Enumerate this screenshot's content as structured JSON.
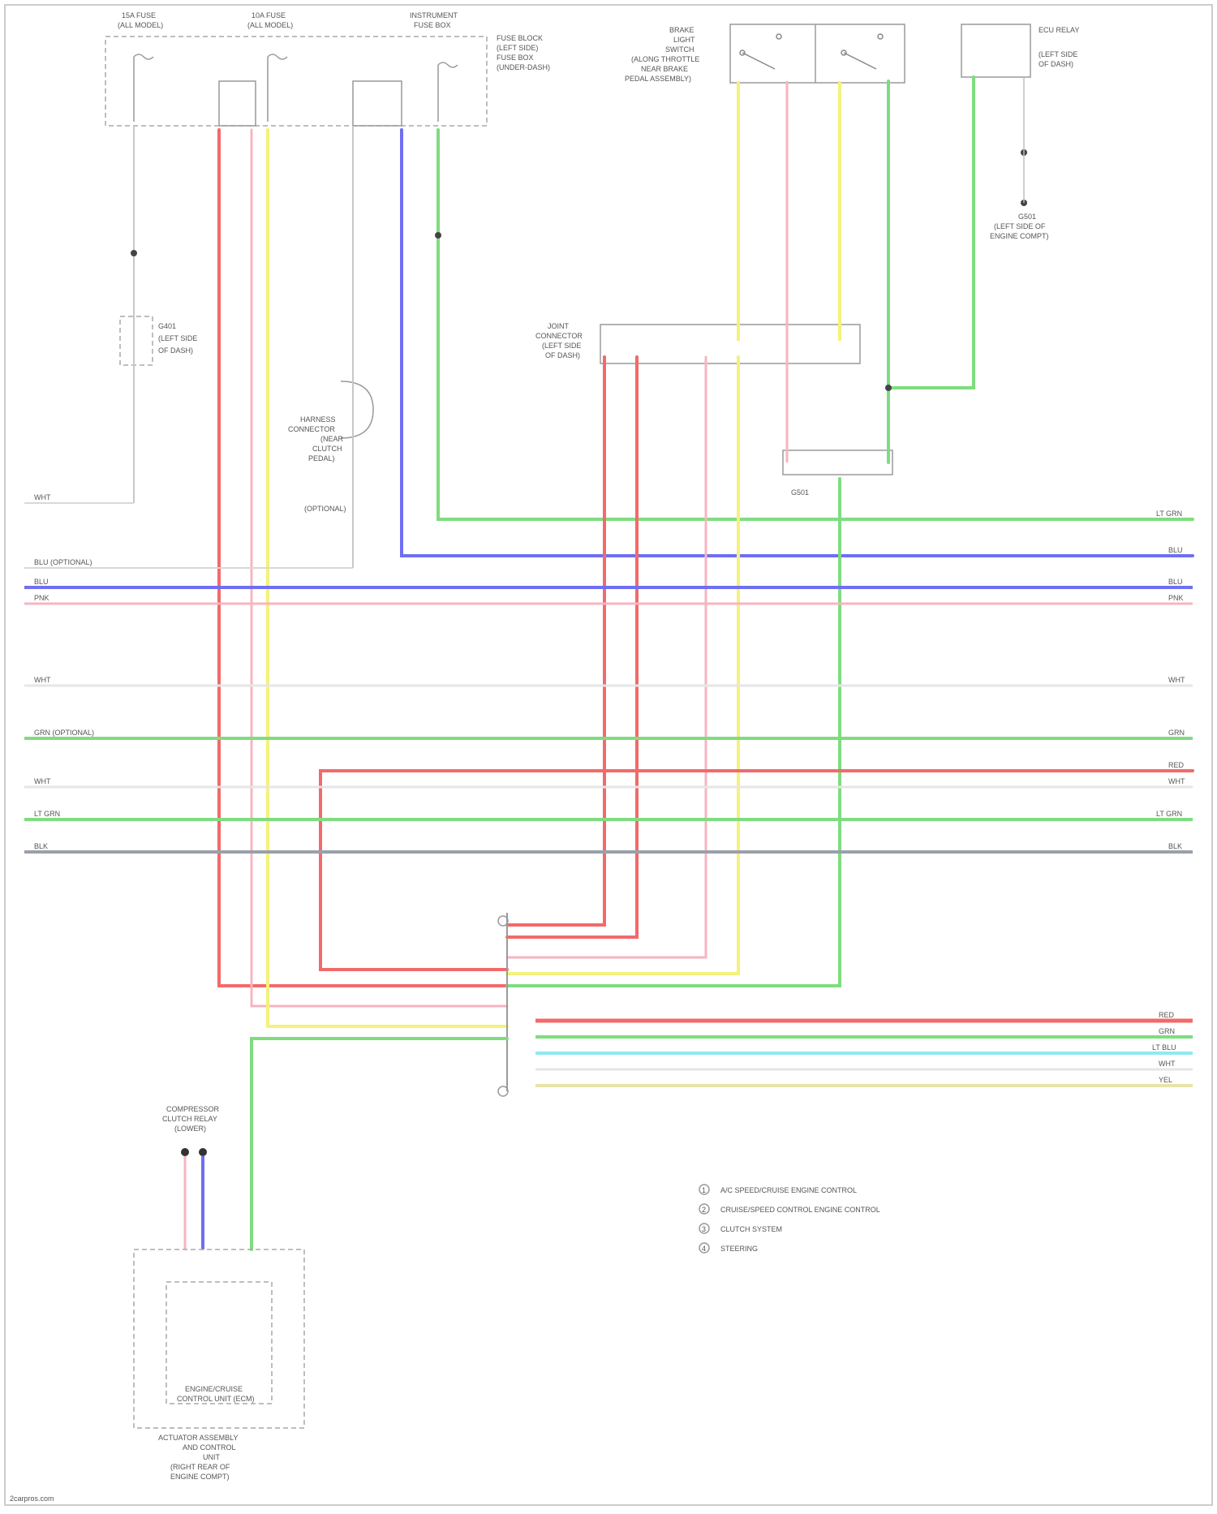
{
  "fuse_block": {
    "fuse_a": {
      "name": "15A FUSE",
      "sub": "(ALL MODEL)"
    },
    "fuse_b": {
      "name": "10A FUSE",
      "sub": "(ALL MODEL)"
    },
    "fuse_c": {
      "name": "INSTRUMENT",
      "sub": "FUSE BOX"
    },
    "caption": [
      "FUSE BLOCK",
      "(LEFT SIDE)",
      "FUSE BOX",
      "(UNDER-DASH)"
    ]
  },
  "brake_switch": {
    "caption": [
      "BRAKE",
      "LIGHT",
      "SWITCH",
      "(ALONG THROTTLE",
      "NEAR BRAKE",
      "PEDAL ASSEMBLY)"
    ]
  },
  "ecu_relay": {
    "caption": [
      "ECU RELAY",
      "(LEFT SIDE",
      "OF DASH)"
    ],
    "ground": [
      "G501",
      "(LEFT SIDE OF",
      "ENGINE COMPT)"
    ]
  },
  "junction": {
    "caption": [
      "JOINT",
      "CONNECTOR",
      "(LEFT SIDE",
      "OF DASH)"
    ]
  },
  "ground_left": {
    "caption": [
      "G401",
      "(LEFT SIDE",
      "OF DASH)"
    ]
  },
  "harness": {
    "caption": [
      "HARNESS",
      "CONNECTOR",
      "(NEAR",
      "CLUTCH",
      "PEDAL)"
    ]
  },
  "optional_note": "(OPTIONAL)",
  "main_ecu": {
    "lines": [
      "ENGINE/CRUISE",
      "CONTROL UNIT (ECM)"
    ]
  },
  "actuator": {
    "caption": [
      "ACTUATOR ASSEMBLY",
      "AND CONTROL",
      "UNIT",
      "(RIGHT REAR OF",
      "ENGINE COMPT)"
    ]
  },
  "compressor": {
    "caption": [
      "COMPRESSOR",
      "CLUTCH RELAY",
      "(LOWER)"
    ]
  },
  "legend": [
    {
      "num": "1",
      "text": "A/C SPEED/CRUISE ENGINE CONTROL"
    },
    {
      "num": "2",
      "text": "CRUISE/SPEED CONTROL ENGINE CONTROL"
    },
    {
      "num": "3",
      "text": "CLUTCH SYSTEM"
    },
    {
      "num": "4",
      "text": "STEERING"
    }
  ],
  "bus_left_labels": [
    "WHT",
    "BLU  (OPTIONAL)",
    "BLU",
    "PNK",
    "WHT",
    "GRN  (OPTIONAL)",
    "WHT",
    "LT GRN",
    "BLK"
  ],
  "bus_right_labels": [
    "LT GRN",
    "BLU",
    "BLU",
    "PNK",
    "WHT",
    "GRN",
    "RED",
    "WHT",
    "LT GRN",
    "BLK"
  ],
  "connector_right_labels": [
    "RED",
    "GRN",
    "LT BLU",
    "WHT",
    "YEL"
  ],
  "watermark": "2carpros.com",
  "colors": {
    "red": "#f26a6a",
    "pink": "#f7b4c0",
    "yellow": "#f4f27a",
    "green": "#7fdc7f",
    "blue": "#6f6ff2",
    "cyan": "#8fe8f0",
    "gray": "#c8c8c8",
    "black": "#9aa0aa"
  }
}
